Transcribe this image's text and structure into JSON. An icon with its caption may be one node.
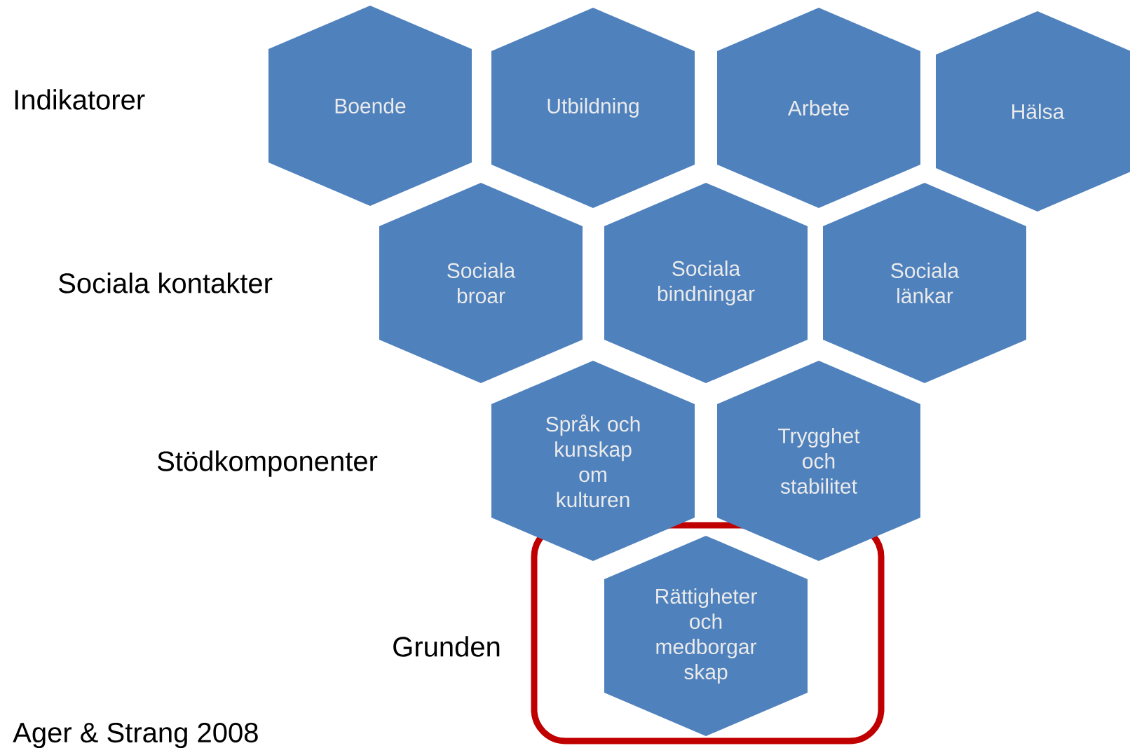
{
  "diagram": {
    "nodes": [
      {
        "text": [
          "Boende"
        ]
      },
      {
        "text": [
          "Utbildning"
        ]
      },
      {
        "text": [
          "Arbete"
        ]
      },
      {
        "text": [
          "Hälsa"
        ]
      },
      {
        "text": [
          "Sociala broar"
        ]
      },
      {
        "text": [
          "Sociala bindningar"
        ]
      },
      {
        "text": [
          "Sociala länkar"
        ]
      },
      {
        "text": [
          "Språk och kunskap om kulturen"
        ]
      },
      {
        "text": [
          "Trygghet och stabilitet"
        ]
      },
      {
        "text": [
          "Rättigheter och medborgar skap"
        ]
      }
    ],
    "labels": [
      "Indikatorer",
      "Sociala kontakter",
      "Stödkomponenter",
      "Grunden",
      "Ager & Strang 2008"
    ]
  }
}
